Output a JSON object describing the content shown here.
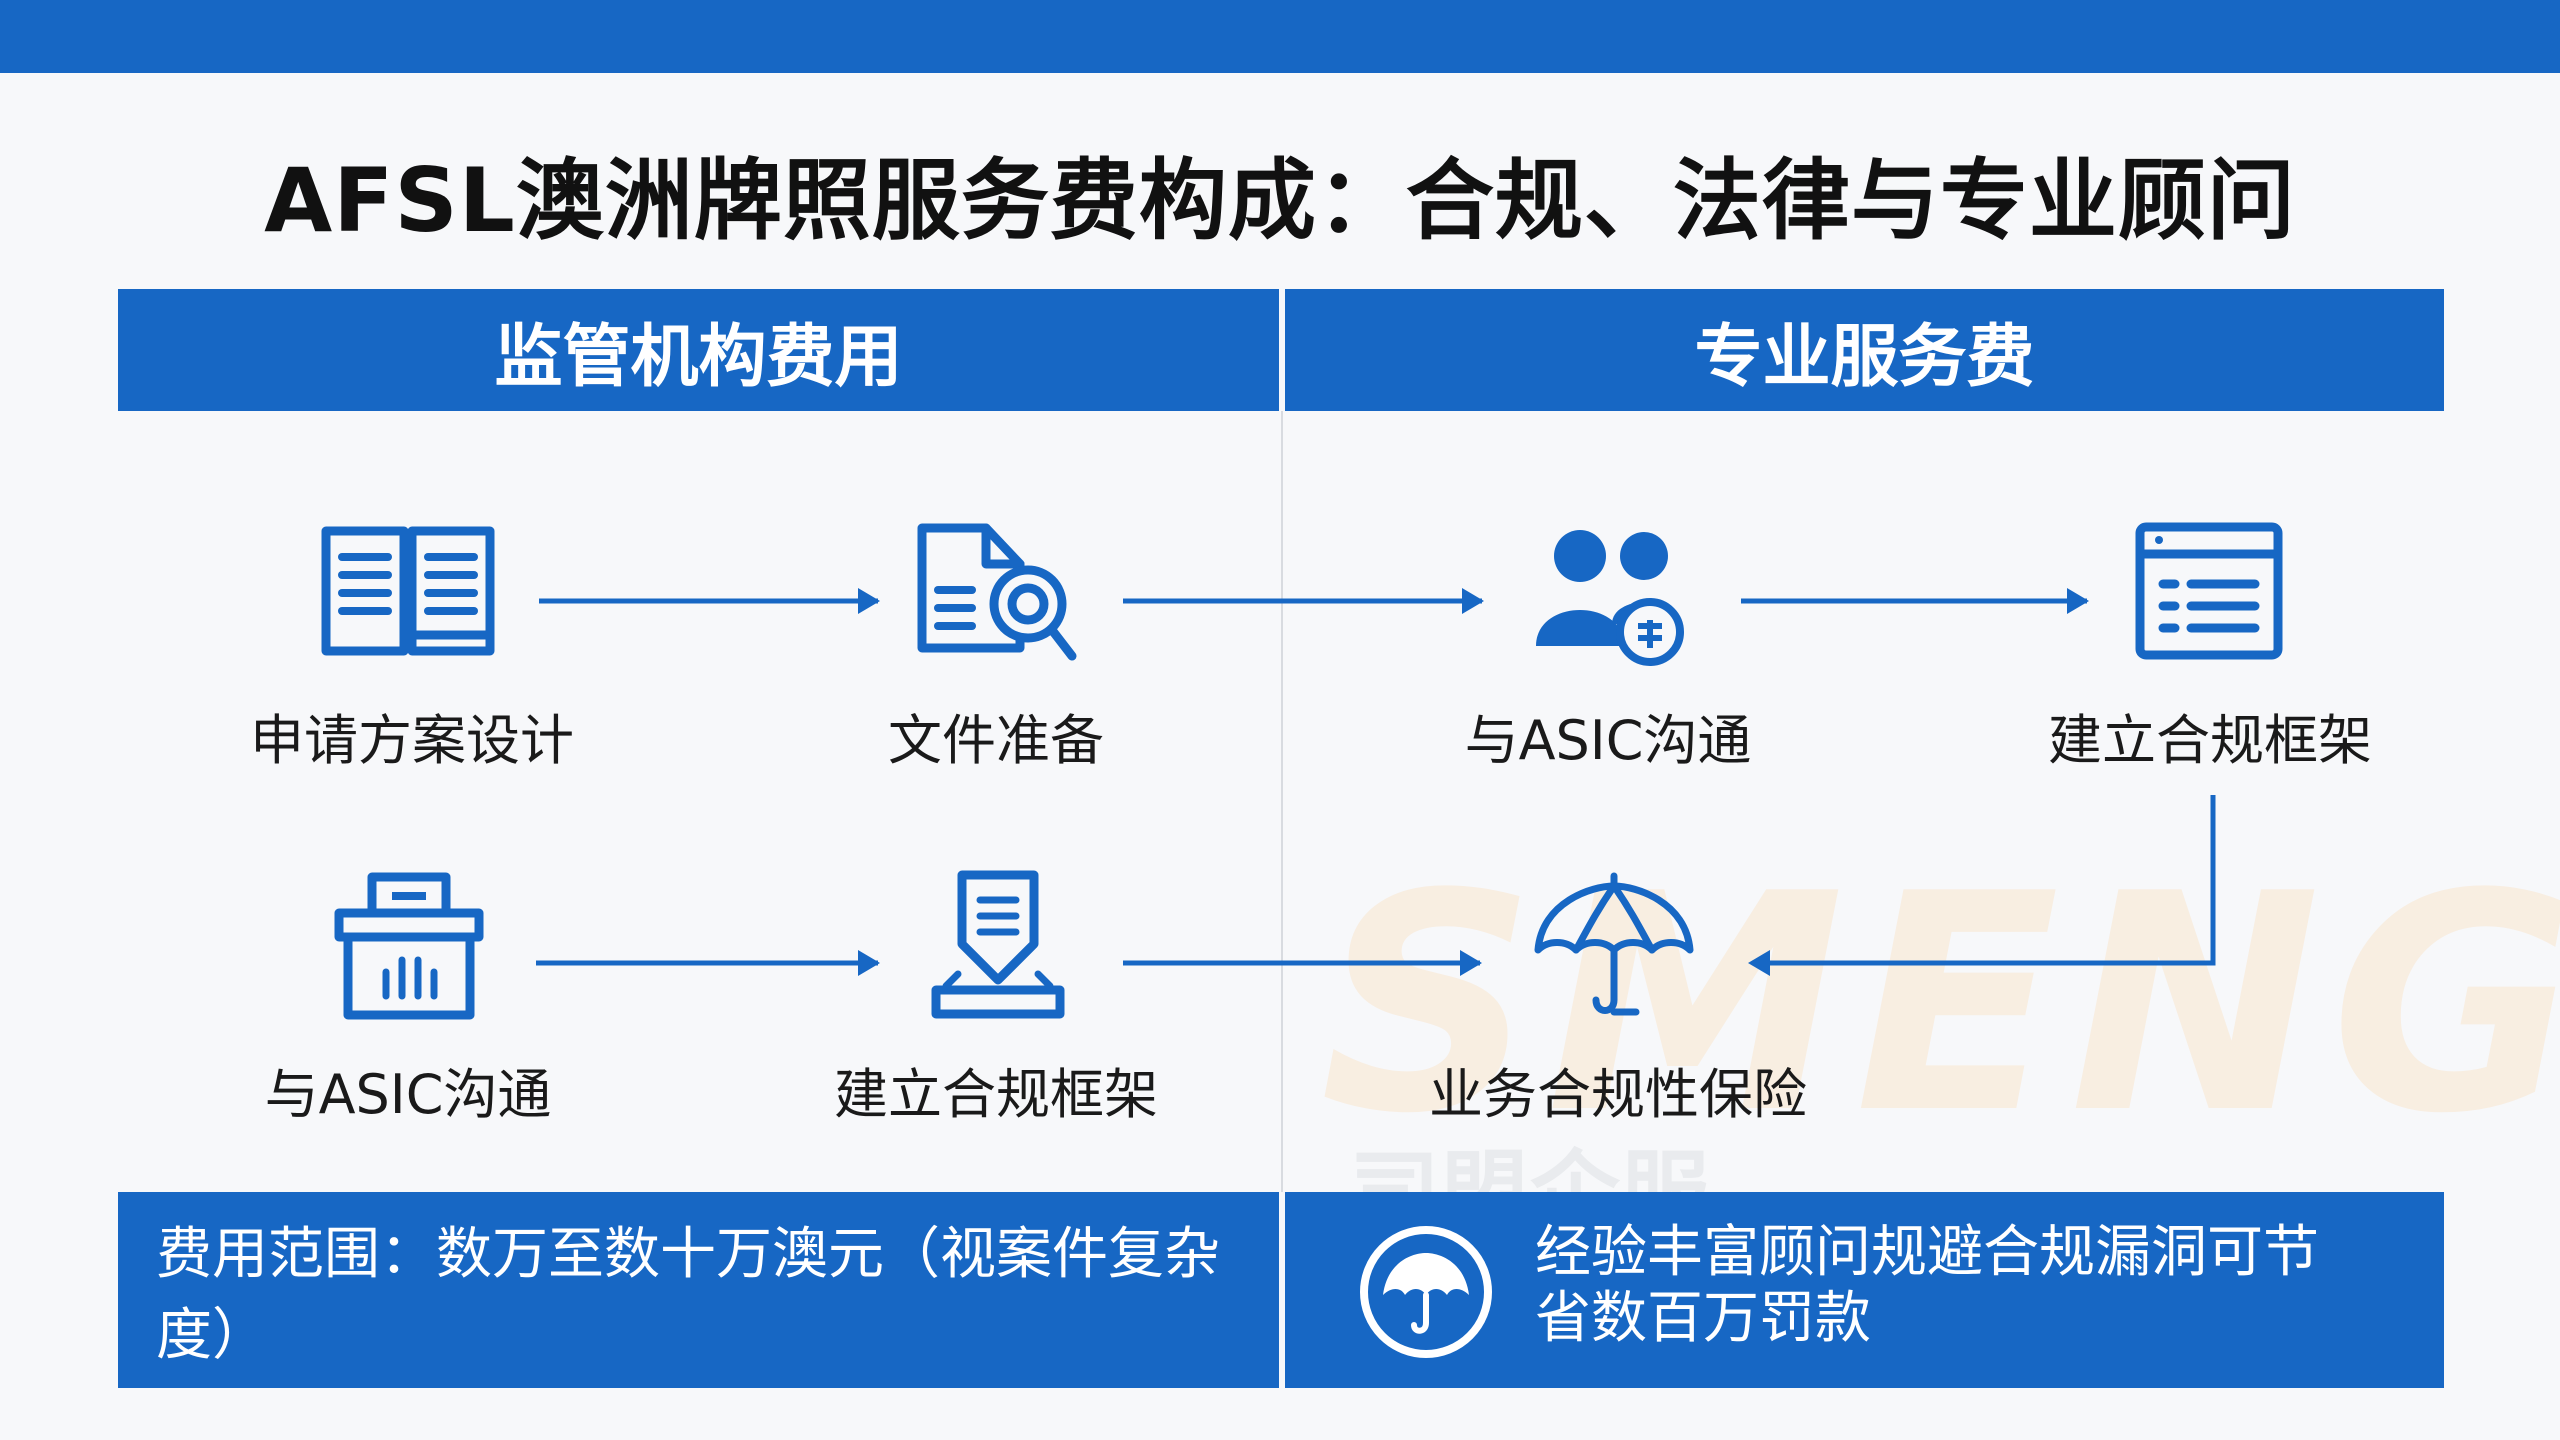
{
  "title": "AFSL澳洲牌照服务费构成：合规、法律与专业顾问",
  "colors": {
    "brand_blue": "#1767c4",
    "text": "#1a1a1a",
    "background": "#f7f8fa"
  },
  "sections": [
    {
      "header": "监管机构费用",
      "steps": [
        {
          "label": "申请方案设计",
          "icon": "open-book-icon"
        },
        {
          "label": "文件准备",
          "icon": "document-search-icon"
        },
        {
          "label": "与ASIC沟通",
          "icon": "filing-box-icon"
        },
        {
          "label": "建立合规框架",
          "icon": "stamp-document-icon"
        }
      ],
      "footer": "费用范围：数万至数十万澳元（视案件复杂度）"
    },
    {
      "header": "专业服务费",
      "steps": [
        {
          "label": "与ASIC沟通",
          "icon": "people-money-icon"
        },
        {
          "label": "建立合规框架",
          "icon": "list-window-icon"
        },
        {
          "label": "业务合规性保险",
          "icon": "umbrella-icon"
        }
      ],
      "footer_lines": [
        "经验丰富顾问规避合规漏洞可节",
        "省数百万罚款"
      ],
      "footer_icon": "umbrella-circle-icon"
    }
  ],
  "watermark": {
    "brand": "SMENG",
    "cn": "司盟企服"
  }
}
